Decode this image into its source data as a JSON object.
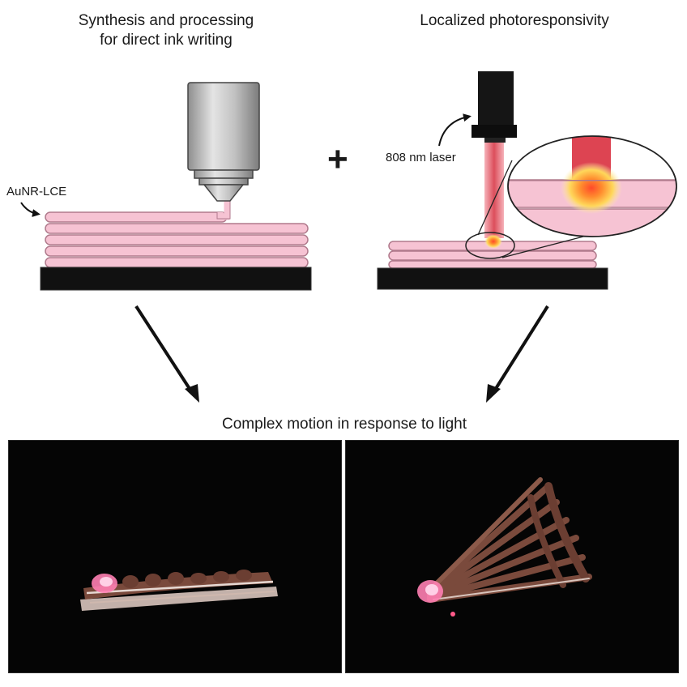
{
  "left_panel": {
    "title_line1": "Synthesis and processing",
    "title_line2": "for direct ink writing",
    "material_label": "AuNR-LCE"
  },
  "right_panel": {
    "title": "Localized photoresponsivity",
    "laser_label": "808 nm laser"
  },
  "combine_symbol": "+",
  "bottom": {
    "title": "Complex motion in response to light"
  },
  "colors": {
    "filament_pink": "#f6c3d3",
    "filament_outline": "#b07a8c",
    "stage_black": "#111111",
    "nozzle_gray": "#b9b9b9",
    "laser_red": "#d9303f",
    "hotspot_yellow": "#ffd24a",
    "photo_background": "#050505",
    "actuator_brown": "#7a4a3c",
    "laser_spot_pink": "#ff5a8a"
  },
  "icons": [
    "nozzle-icon",
    "laser-head-icon",
    "arrow-icon",
    "magnifier-callout"
  ]
}
